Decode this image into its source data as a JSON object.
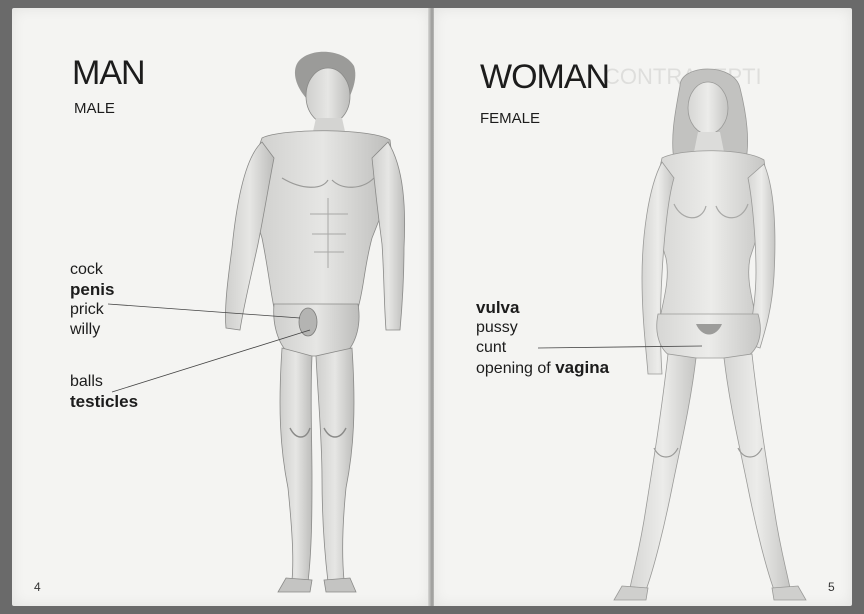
{
  "left_page": {
    "title": "MAN",
    "subtitle": "MALE",
    "terms": [
      {
        "text": "cock",
        "bold": false
      },
      {
        "text": "penis",
        "bold": true
      },
      {
        "text": "prick",
        "bold": false
      },
      {
        "text": "willy",
        "bold": false
      }
    ],
    "terms2": [
      {
        "text": "balls",
        "bold": false
      },
      {
        "text": "testicles",
        "bold": true
      }
    ],
    "page_number": "4"
  },
  "right_page": {
    "title": "WOMAN",
    "subtitle": "FEMALE",
    "terms": [
      {
        "text": "vulva",
        "bold": true
      },
      {
        "text": "pussy",
        "bold": false
      },
      {
        "text": "cunt",
        "bold": false
      }
    ],
    "opening_prefix": "opening of ",
    "opening_bold": "vagina",
    "ghost_heading": "CONTRACEPTI",
    "page_number": "5"
  },
  "colors": {
    "paper": "#f4f4f2",
    "ink": "#1c1c1c",
    "background": "#6a6a6a"
  }
}
